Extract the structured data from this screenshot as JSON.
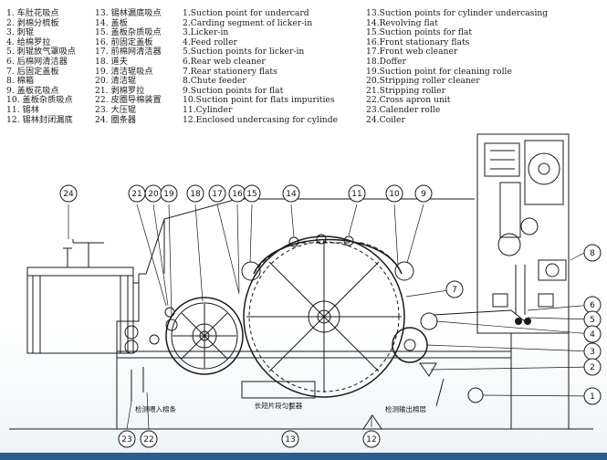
{
  "legend": {
    "chinese_col1": [
      "1. 车肚花吸点",
      "2. 剥棉分梳板",
      "3. 刺辊",
      "4. 给棉罗拉",
      "5. 刺辊放气罩吸点",
      "6. 后棉网清洁器",
      "7. 后固定盖板",
      "8. 棉箱",
      "9. 盖板花吸点",
      "10. 盖板杂质吸点",
      "11. 锡林",
      "12. 锡林封闭漏底"
    ],
    "chinese_col2": [
      "13. 锡林漏底吸点",
      "14. 盖板",
      "15. 盖板杂质吸点",
      "16. 前固定盖板",
      "17. 前棉网清洁器",
      "18. 道夫",
      "19. 清洁辊吸点",
      "20. 清洁辊",
      "21. 剥棉罗拉",
      "22. 皮圈导棉装置",
      "23. 大压辊",
      "24. 圈条器"
    ],
    "english_col1": [
      "1.Suction point for undercard",
      "2.Carding segment of licker-in",
      "3.Licker-in",
      "4.Feed roller",
      "5.Suction points for licker-in",
      "6.Rear web cleaner",
      "7.Rear stationery flats",
      "8.Chute feeder",
      "9.Suction points for flat",
      "10.Suction point for flats impurities",
      "11.Cylinder",
      "12.Enclosed undercasing for cylinde"
    ],
    "english_col2": [
      "13.Suction points for cylinder undercasing",
      "14.Revolving flat",
      "15.Suction points for flat",
      "16.Front stationary flats",
      "17.Front web cleaner",
      "18.Doffer",
      "19.Suction point for cleaning rolle",
      "20.Stripping roller cleaner",
      "21.Stripping roller",
      "22.Cross apron unit",
      "23.Calender rolle",
      "24.Coiler"
    ]
  },
  "diagram_labels": {
    "cn_input": "检测喂入棉条",
    "cn_center": "长短片段匀整器",
    "cn_output": "检测输出棉层"
  },
  "callouts": {
    "n1": "1",
    "n2": "2",
    "n3": "3",
    "n4": "4",
    "n5": "5",
    "n6": "6",
    "n7": "7",
    "n8": "8",
    "n9": "9",
    "n10": "10",
    "n11": "11",
    "n12": "12",
    "n13": "13",
    "n14": "14",
    "n15": "15",
    "n16": "16",
    "n17": "17",
    "n18": "18",
    "n19": "19",
    "n20": "20",
    "n21": "21",
    "n22": "22",
    "n23": "23",
    "n24": "24"
  },
  "colors": {
    "line": "#1a1a1a",
    "bar": "#2b5f8d"
  }
}
